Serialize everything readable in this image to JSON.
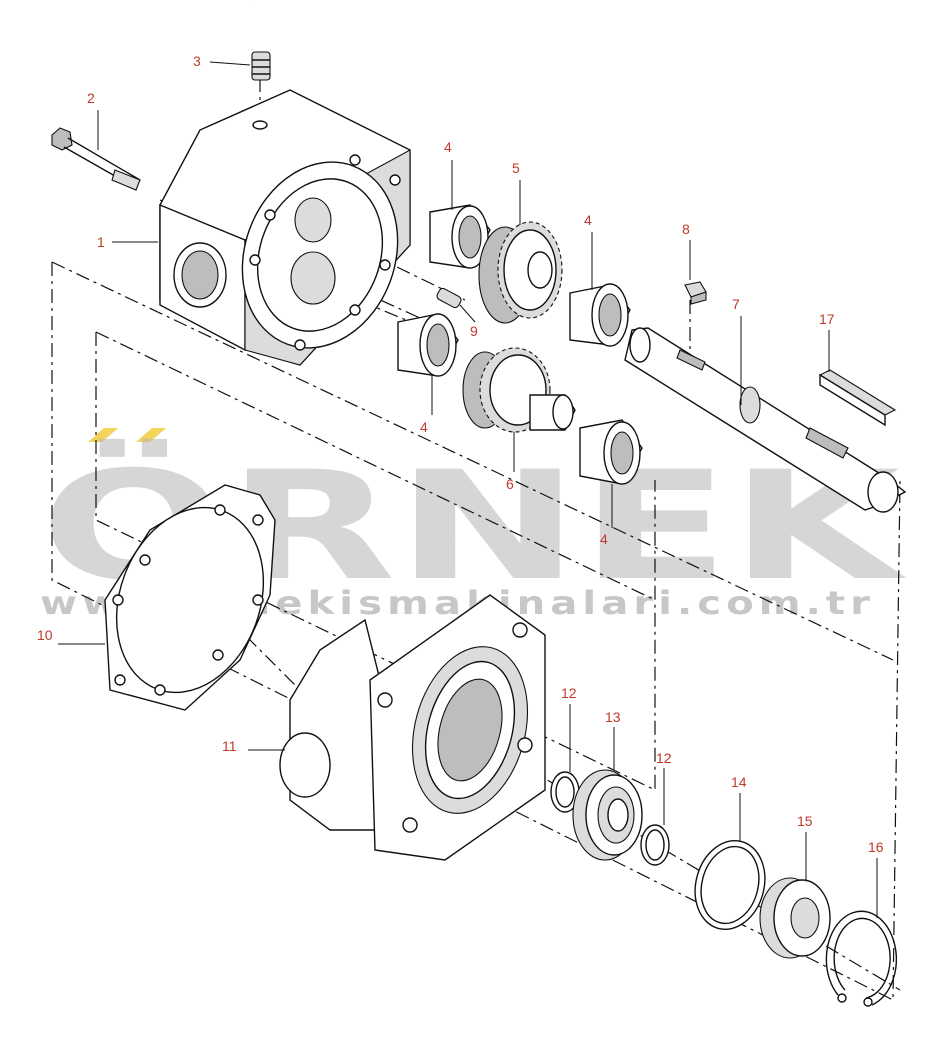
{
  "watermark": {
    "brand": "ÖRNEK",
    "url": "www.ornekismakinalari.com.tr",
    "accent_color": "#f2d35c"
  },
  "callouts": [
    {
      "id": "1",
      "text": "1"
    },
    {
      "id": "2",
      "text": "2"
    },
    {
      "id": "3",
      "text": "3"
    },
    {
      "id": "4a",
      "text": "4"
    },
    {
      "id": "4b",
      "text": "4"
    },
    {
      "id": "4c",
      "text": "4"
    },
    {
      "id": "4d",
      "text": "4"
    },
    {
      "id": "5",
      "text": "5"
    },
    {
      "id": "6",
      "text": "6"
    },
    {
      "id": "7",
      "text": "7"
    },
    {
      "id": "8",
      "text": "8"
    },
    {
      "id": "9",
      "text": "9"
    },
    {
      "id": "10",
      "text": "10"
    },
    {
      "id": "11",
      "text": "11"
    },
    {
      "id": "12a",
      "text": "12"
    },
    {
      "id": "12b",
      "text": "12"
    },
    {
      "id": "13",
      "text": "13"
    },
    {
      "id": "14",
      "text": "14"
    },
    {
      "id": "15",
      "text": "15"
    },
    {
      "id": "16",
      "text": "16"
    },
    {
      "id": "17",
      "text": "17"
    }
  ],
  "colors": {
    "line": "#111111",
    "callout": "#c0392b",
    "watermark": "#b5b5b5"
  }
}
